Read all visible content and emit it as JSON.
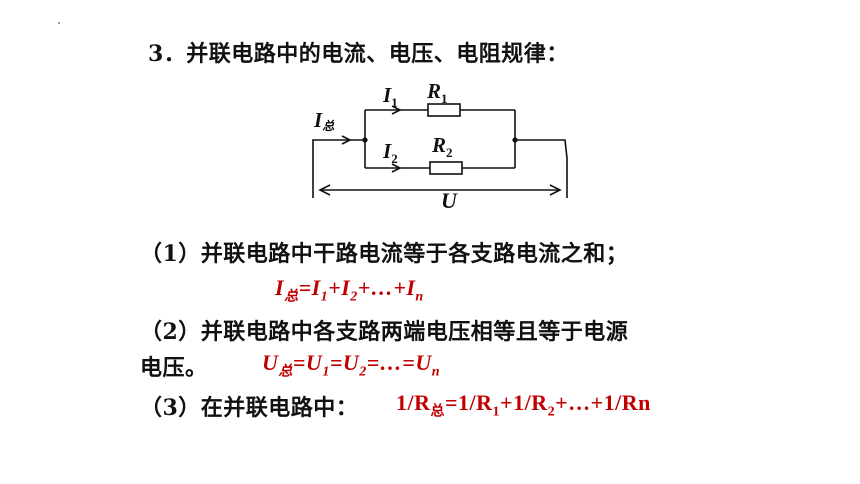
{
  "heading": "3．并联电路中的电流、电压、电阻规律：",
  "circuit": {
    "I_total_main": "I",
    "I_total_sub": "总",
    "I1_main": "I",
    "I1_sub": "1",
    "R1_main": "R",
    "R1_sub": "1",
    "I2_main": "I",
    "I2_sub": "2",
    "R2_main": "R",
    "R2_sub": "2",
    "U_label": "U"
  },
  "item1": {
    "text": "（1）并联电路中干路电流等于各支路电流之和；",
    "formula": {
      "t0": "I",
      "s0": "总",
      "t1": "=I",
      "s1": "1",
      "t2": "+I",
      "s2": "2",
      "t3": "+…+I",
      "s3": "n"
    }
  },
  "item2": {
    "text_line1": "（2）并联电路中各支路两端电压相等且等于电源",
    "text_line2": "电压。",
    "formula": {
      "t0": "U",
      "s0": "总",
      "t1": "=U",
      "s1": "1",
      "t2": "=U",
      "s2": "2",
      "t3": "=…=U",
      "s3": "n"
    }
  },
  "item3": {
    "text": "（3）在并联电路中：",
    "formula": {
      "t0": "1/R",
      "s0": "总",
      "t1": "=1/R",
      "s1": "1",
      "t2": "+1/R",
      "s2": "2",
      "t3": "+…+1/Rn"
    }
  },
  "colors": {
    "formula": "#c00000",
    "text": "#111111"
  }
}
